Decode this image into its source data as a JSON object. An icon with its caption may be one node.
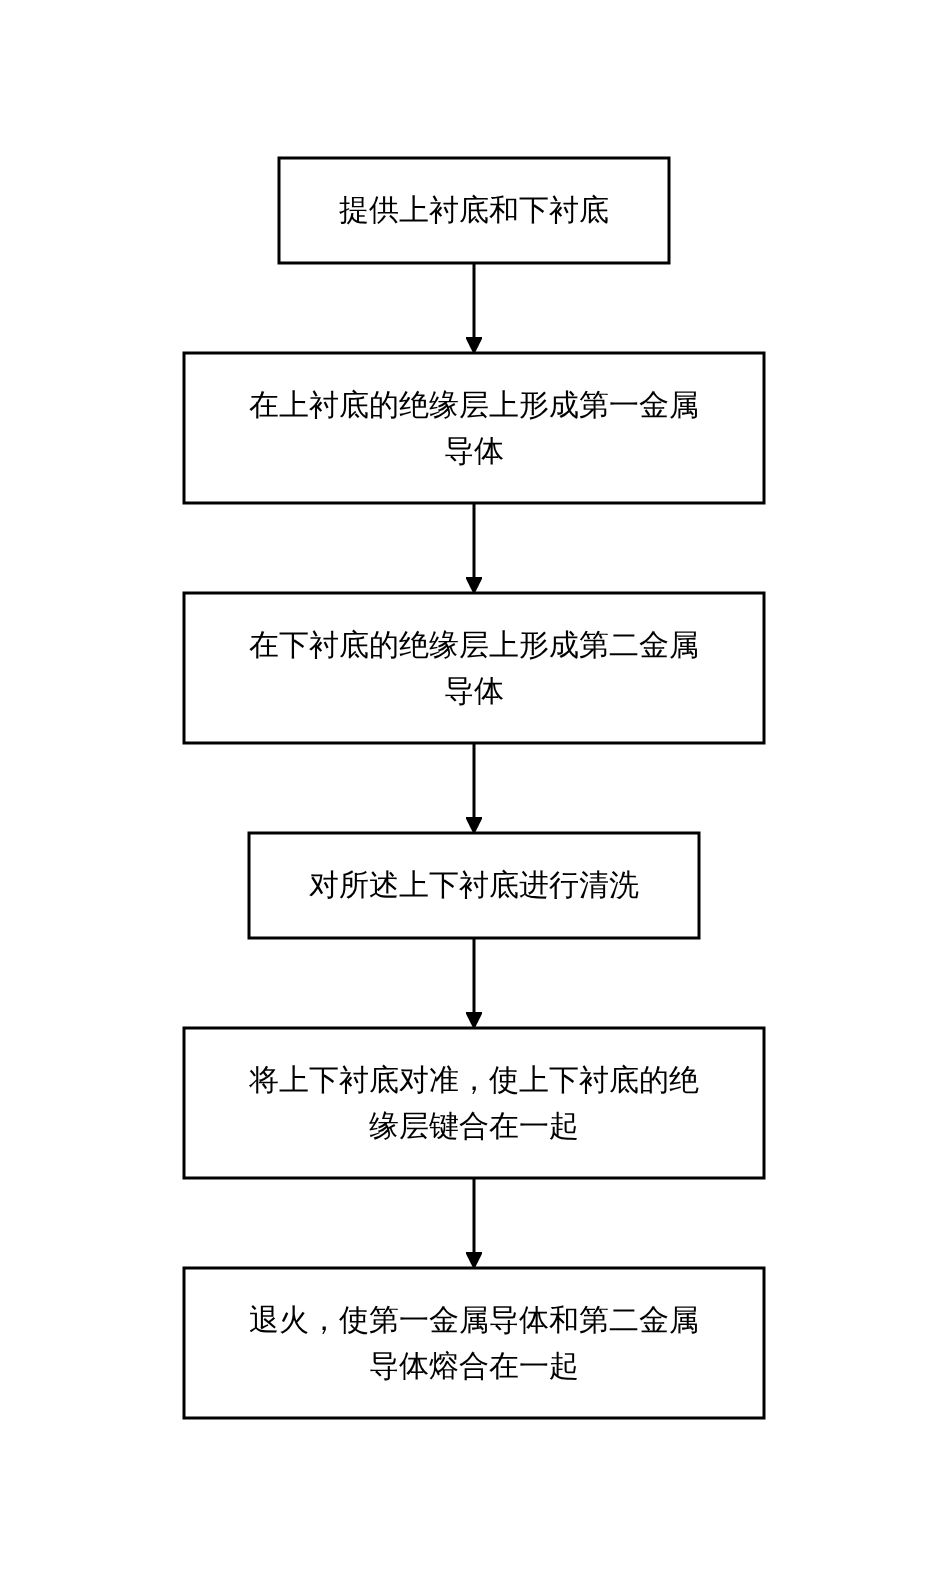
{
  "diagram": {
    "nodes": [
      {
        "text": [
          "提供上衬底和下衬底"
        ]
      },
      {
        "text": [
          "在上衬底的绝缘层上形成第一金属导体"
        ]
      },
      {
        "text": [
          "在下衬底的绝缘层上形成第二金属导体"
        ]
      },
      {
        "text": [
          "对所述上下衬底进行清洗"
        ]
      },
      {
        "text": [
          "将上下衬底对准，使上下衬底的绝缘层键合在一起"
        ]
      },
      {
        "text": [
          "退火，使第一金属导体和第二金属导体熔合在一起"
        ]
      }
    ],
    "edges": [
      {
        "from": 0,
        "to": 1,
        "arrow": "to"
      },
      {
        "from": 1,
        "to": 2,
        "arrow": "to"
      },
      {
        "from": 2,
        "to": 3,
        "arrow": "to"
      },
      {
        "from": 3,
        "to": 4,
        "arrow": "to"
      },
      {
        "from": 4,
        "to": 5,
        "arrow": "to"
      }
    ]
  }
}
